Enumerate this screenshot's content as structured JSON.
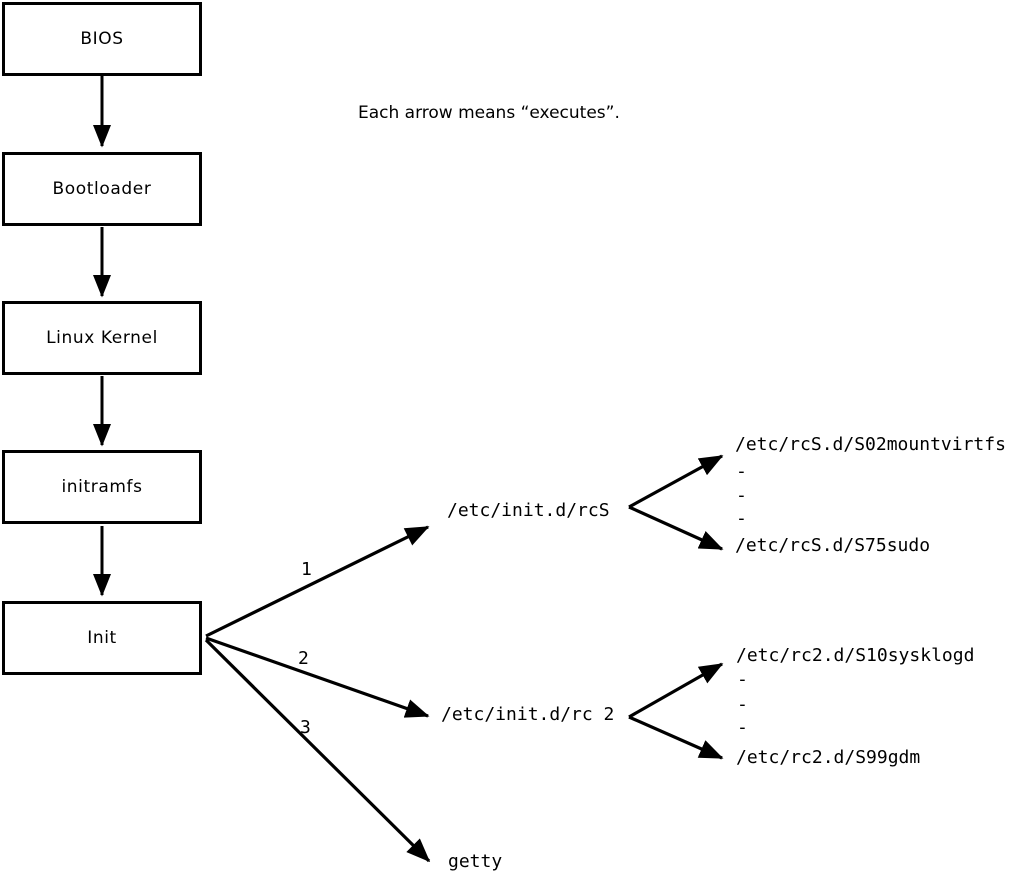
{
  "note": "Each arrow means “executes”.",
  "flow_boxes": [
    {
      "label": "BIOS"
    },
    {
      "label": "Bootloader"
    },
    {
      "label": "Linux Kernel"
    },
    {
      "label": "initramfs"
    },
    {
      "label": "Init"
    }
  ],
  "fan": {
    "labels": [
      "1",
      "2",
      "3"
    ],
    "targets": {
      "rcs": "/etc/init.d/rcS",
      "rc2": "/etc/init.d/rc 2",
      "getty": "getty"
    }
  },
  "rcs_children": [
    "/etc/rcS.d/S02mountvirtfs",
    "-",
    "-",
    "-",
    "/etc/rcS.d/S75sudo"
  ],
  "rc2_children": [
    "/etc/rc2.d/S10sysklogd",
    "-",
    "-",
    "-",
    "/etc/rc2.d/S99gdm"
  ],
  "colors": {
    "line": "#000000",
    "background": "#ffffff"
  }
}
